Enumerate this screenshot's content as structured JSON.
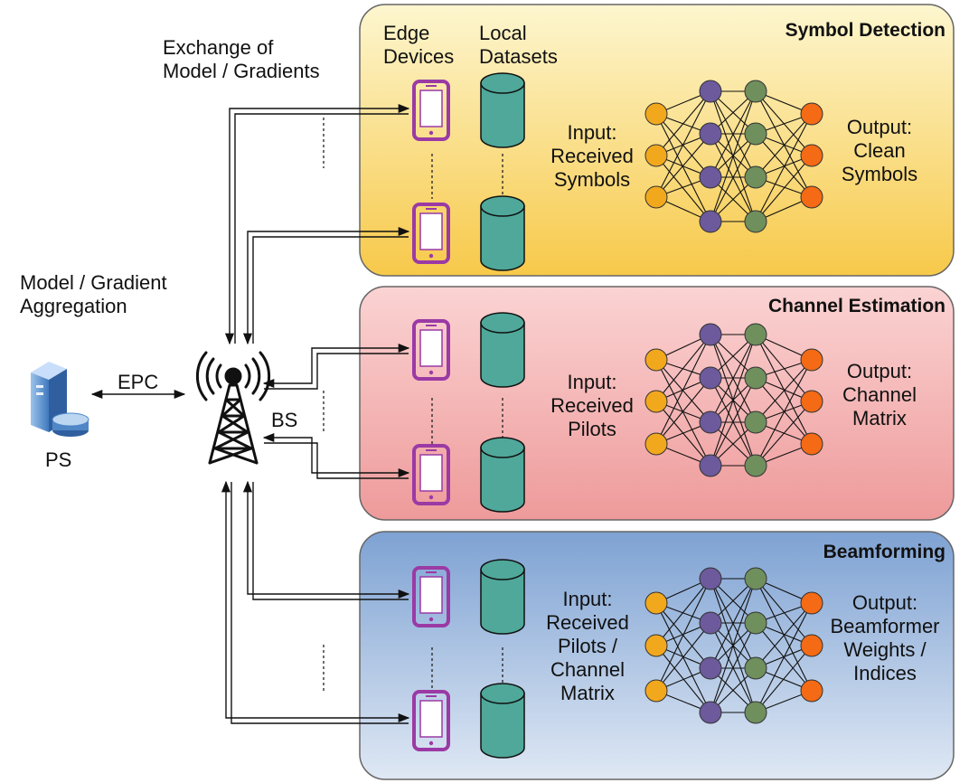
{
  "header": {
    "exchange": "Exchange of\nModel / Gradients",
    "aggregation": "Model / Gradient\nAggregation",
    "edge_devices": "Edge\nDevices",
    "local_datasets": "Local\nDatasets"
  },
  "infrastructure": {
    "epc_label": "EPC",
    "ps_label": "PS",
    "bs_label": "BS"
  },
  "panels": [
    {
      "title": "Symbol Detection",
      "input": "Input:\nReceived\nSymbols",
      "output": "Output:\nClean\nSymbols",
      "fill_top": "#fdf6cf",
      "fill_bottom": "#f7c94a"
    },
    {
      "title": "Channel Estimation",
      "input": "Input:\nReceived\nPilots",
      "output": "Output:\nChannel\nMatrix",
      "fill_top": "#fbd3d3",
      "fill_bottom": "#ee9a9a"
    },
    {
      "title": "Beamforming",
      "input": "Input:\nReceived\nPilots /\nChannel\nMatrix",
      "output": "Output:\nBeamformer\nWeights /\nIndices",
      "fill_top": "#7ea2d3",
      "fill_bottom": "#dfe8f4"
    }
  ],
  "colors": {
    "input_node": "#f2a81d",
    "hidden1_node": "#6c5a9c",
    "hidden2_node": "#6f8f5d",
    "output_node": "#f46a15",
    "phone": "#9b3aa5",
    "cylinder": "#4fa89a",
    "server": "#4f86c6"
  }
}
